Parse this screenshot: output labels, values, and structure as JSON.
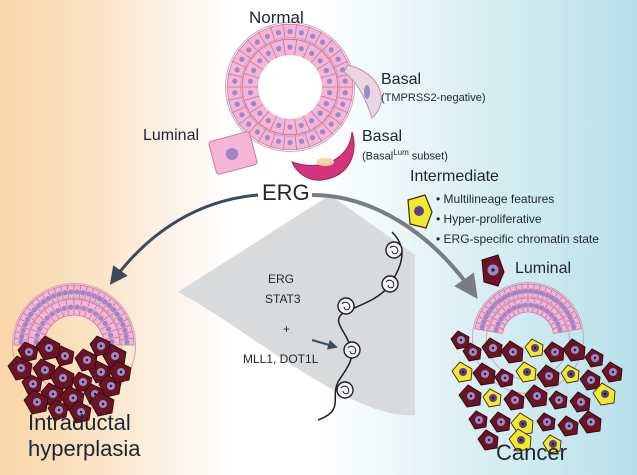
{
  "labels": {
    "normal": "Normal",
    "basal": "Basal",
    "basal_sub": "(TMPRSS2-negative)",
    "luminal_top": "Luminal",
    "basal2": "Basal",
    "basal2_sub_pre": "(Basal",
    "basal2_sup": "Lum",
    "basal2_sub_post": " subset)",
    "erg": "ERG",
    "intermediate": "Intermediate",
    "bullets": [
      "Multilineage features",
      "Hyper-proliferative",
      "ERG-specific chromatin state"
    ],
    "luminal_right": "Luminal",
    "erg2": "ERG",
    "stat3": "STAT3",
    "plus": "+",
    "mll": "MLL1, DOT1L",
    "intraductal_1": "Intraductal",
    "intraductal_2": "hyperplasia",
    "cancer": "Cancer"
  },
  "colors": {
    "luminal_fill": "#f4b6d4",
    "luminal_stroke": "#c979a6",
    "nucleus": "#9a88c8",
    "basal_pale": "#ead6e3",
    "basal_magenta": "#d6337f",
    "tumor": "#6b1423",
    "intermediate_yellow": "#f3e82b",
    "arrow": "#3c4a5c"
  }
}
